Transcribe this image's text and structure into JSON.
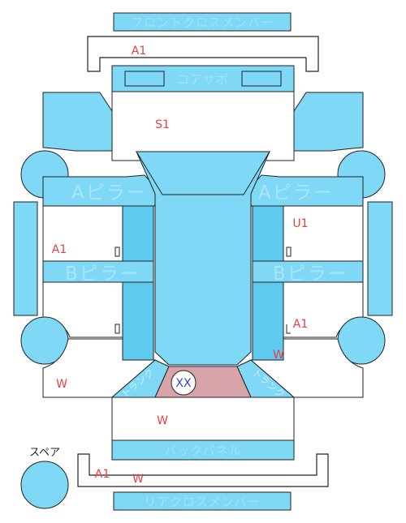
{
  "colors": {
    "part_fill": "#7ed8f6",
    "part_fill_dark": "#5fcbee",
    "stroke": "#222222",
    "code_red": "#e84040",
    "code_blue": "#3344cc",
    "trunk_floor": "#d9a3aa",
    "background": "#ffffff"
  },
  "labels": {
    "front_cross_member": "フロントクロスメンバー",
    "core_support": "コアサポ",
    "a_pillar_left": "Aピラー",
    "a_pillar_right": "Aピラー",
    "b_pillar_left": "Bピラー",
    "b_pillar_right": "Bピラー",
    "trunk_left": "トランク",
    "trunk_right": "トランク",
    "back_panel": "バックパネル",
    "rear_cross_member": "リアクロスメンバー",
    "spare": "スペア"
  },
  "codes": {
    "front_member": "A1",
    "front_panel": "S1",
    "right_front_door": "U1",
    "left_front_door": "A1",
    "right_rear_door": "A1",
    "right_rear_fender": "W",
    "left_rear_fender": "W",
    "rear_floor": "W",
    "trunk_floor": "XX",
    "rear_member_a": "A1",
    "rear_member_w": "W"
  }
}
